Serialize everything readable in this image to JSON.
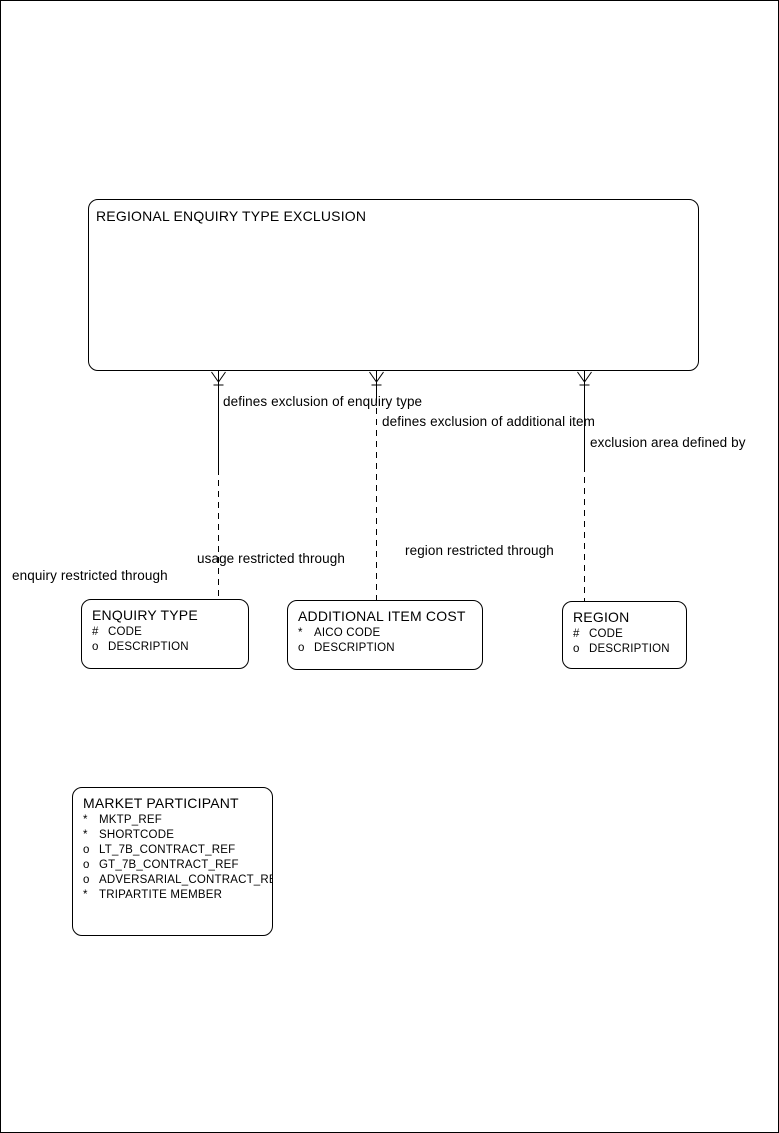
{
  "colors": {
    "line": "#000000",
    "background": "#ffffff",
    "text": "#000000"
  },
  "root_entity": {
    "name": "REGIONAL ENQUIRY TYPE EXCLUSION"
  },
  "connector_labels": {
    "defines_enquiry": "defines exclusion of enquiry type",
    "defines_additional": "defines exclusion of additional item",
    "exclusion_area": "exclusion area defined by",
    "usage_restricted": "usage restricted through",
    "region_restricted": "region restricted through",
    "enquiry_restricted": "enquiry restricted through"
  },
  "entities": {
    "enquiry_type": {
      "name": "ENQUIRY TYPE",
      "attrs": [
        {
          "marker": "#",
          "name": "CODE"
        },
        {
          "marker": "o",
          "name": "DESCRIPTION"
        }
      ]
    },
    "additional_item_cost": {
      "name": "ADDITIONAL ITEM COST",
      "attrs": [
        {
          "marker": "*",
          "name": "AICO CODE"
        },
        {
          "marker": "o",
          "name": "DESCRIPTION"
        }
      ]
    },
    "region": {
      "name": "REGION",
      "attrs": [
        {
          "marker": "#",
          "name": "CODE"
        },
        {
          "marker": "o",
          "name": "DESCRIPTION"
        }
      ]
    },
    "market_participant": {
      "name": "MARKET PARTICIPANT",
      "attrs": [
        {
          "marker": "*",
          "name": "MKTP_REF"
        },
        {
          "marker": "*",
          "name": "SHORTCODE"
        },
        {
          "marker": "o",
          "name": "LT_7B_CONTRACT_REF"
        },
        {
          "marker": "o",
          "name": "GT_7B_CONTRACT_REF"
        },
        {
          "marker": "o",
          "name": "ADVERSARIAL_CONTRACT_REF"
        },
        {
          "marker": "*",
          "name": "TRIPARTITE MEMBER"
        }
      ]
    }
  }
}
